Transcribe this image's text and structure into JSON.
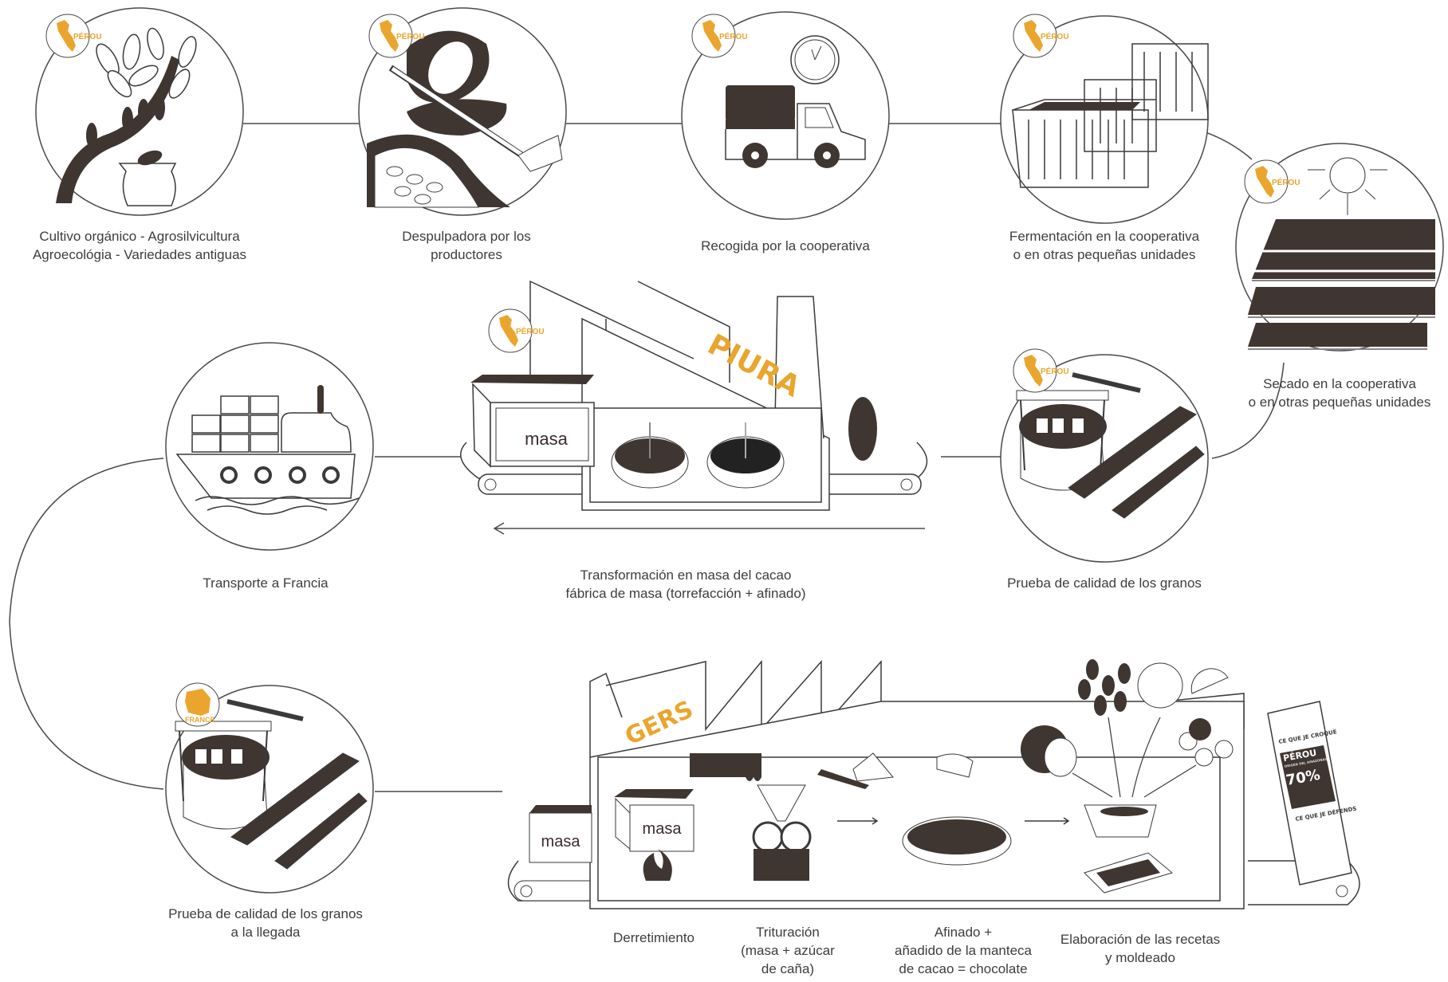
{
  "colors": {
    "brown": "#3f3631",
    "orange": "#eaa52e",
    "line": "#4a4a4a",
    "text": "#3d3d3d",
    "background": "#ffffff"
  },
  "badges": {
    "peru": "PÉROU",
    "france": "FRANCE"
  },
  "factories": {
    "piura": "PIURA",
    "gers": "GERS"
  },
  "box_label": "masa",
  "chocolate_bar": {
    "top_text": "CE QUE JE CROQUE",
    "origin": "PÉROU",
    "subtitle": "ORIGEN DEL AMAZONAS",
    "percent": "70%",
    "bottom_text": "CE QUE JE DÉFENDS"
  },
  "steps": [
    {
      "id": "cultivo",
      "region": "peru",
      "lines": [
        "Cultivo orgánico - Agrosilvicultura",
        "Agroecológia - Variedades antiguas"
      ]
    },
    {
      "id": "despulpadora",
      "region": "peru",
      "lines": [
        "Despulpadora por los",
        "productores"
      ]
    },
    {
      "id": "recogida",
      "region": "peru",
      "lines": [
        "Recogida por la cooperativa"
      ]
    },
    {
      "id": "fermentacion",
      "region": "peru",
      "lines": [
        "Fermentación en la cooperativa",
        "o en otras pequeñas unidades"
      ]
    },
    {
      "id": "secado",
      "region": "peru",
      "lines": [
        "Secado en la cooperativa",
        "o en otras pequeñas unidades"
      ]
    },
    {
      "id": "prueba-calidad",
      "region": "peru",
      "lines": [
        "Prueba de calidad de los granos"
      ]
    },
    {
      "id": "transformacion",
      "region": "peru",
      "lines": [
        "Transformación en masa del cacao",
        "fábrica de masa (torrefacción + afinado)"
      ]
    },
    {
      "id": "transporte",
      "region": "none",
      "lines": [
        "Transporte a Francia"
      ]
    },
    {
      "id": "prueba-llegada",
      "region": "france",
      "lines": [
        "Prueba de calidad de los granos",
        "a la llegada"
      ]
    },
    {
      "id": "derretimiento",
      "region": "france",
      "lines": [
        "Derretimiento"
      ]
    },
    {
      "id": "trituracion",
      "region": "france",
      "lines": [
        "Trituración",
        "(masa + azúcar",
        "de caña)"
      ]
    },
    {
      "id": "afinado",
      "region": "france",
      "lines": [
        "Afinado +",
        "añadido de la manteca",
        "de cacao = chocolate"
      ]
    },
    {
      "id": "elaboracion",
      "region": "france",
      "lines": [
        "Elaboración de las recetas",
        "y moldeado"
      ]
    }
  ]
}
